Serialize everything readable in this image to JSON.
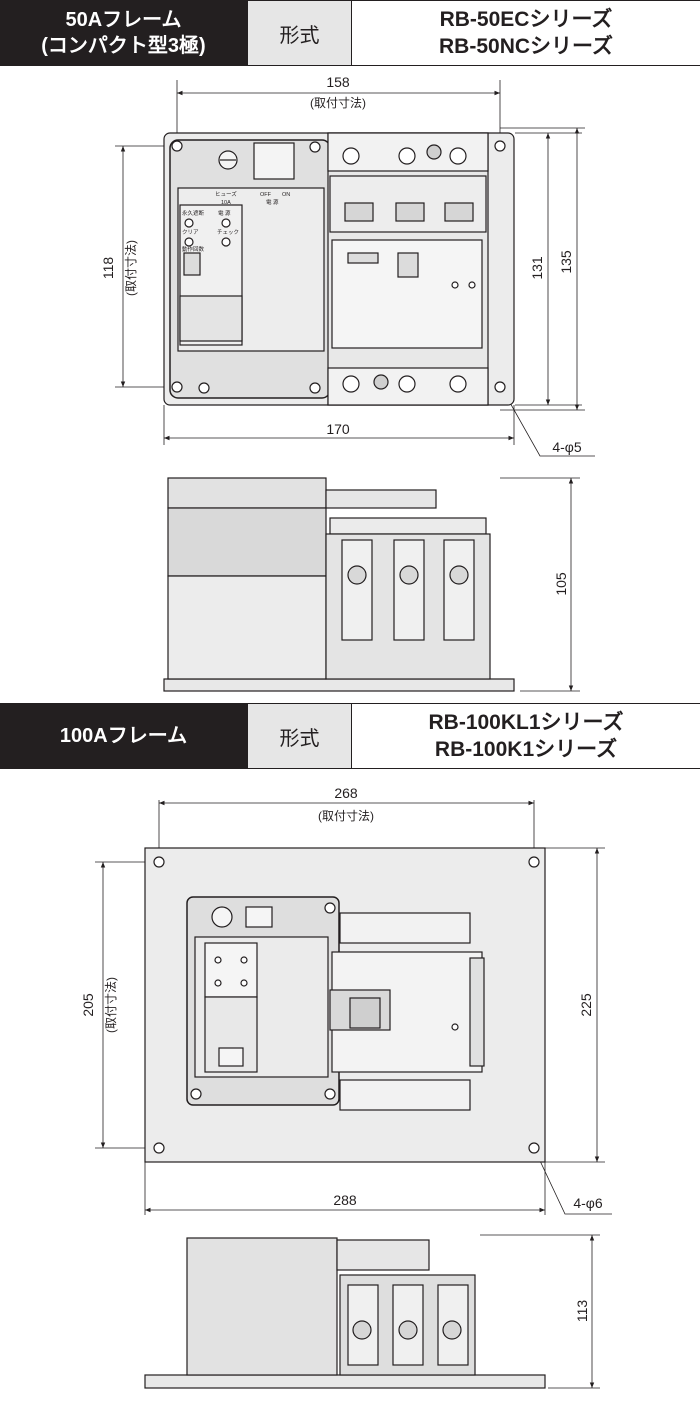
{
  "section50": {
    "frame_line1": "50Aフレーム",
    "frame_line2": "(コンパクト型3極)",
    "kind_label": "形式",
    "model_line1": "RB-50ECシリーズ",
    "model_line2": "RB-50NCシリーズ",
    "dim_top": "158",
    "dim_top_note": "(取付寸法)",
    "dim_left": "118",
    "dim_left_note": "(取付寸法)",
    "dim_right1": "131",
    "dim_right2": "135",
    "dim_bottom": "170",
    "hole_note": "4-φ5",
    "dim_side_height": "105",
    "panel_fuse": "ヒューズ",
    "panel_fuse_rating": "10A",
    "panel_off": "OFF",
    "panel_on": "ON",
    "panel_power": "電 源",
    "panel_leak": "永久遮断",
    "panel_power2": "電 源",
    "panel_clear": "クリア",
    "panel_check": "チェック",
    "panel_count": "動作回数"
  },
  "section100": {
    "frame_line1": "100Aフレーム",
    "kind_label": "形式",
    "model_line1": "RB-100KL1シリーズ",
    "model_line2": "RB-100K1シリーズ",
    "dim_top": "268",
    "dim_top_note": "(取付寸法)",
    "dim_left": "205",
    "dim_left_note": "(取付寸法)",
    "dim_right": "225",
    "dim_bottom": "288",
    "hole_note": "4-φ6",
    "dim_side_height": "113"
  }
}
